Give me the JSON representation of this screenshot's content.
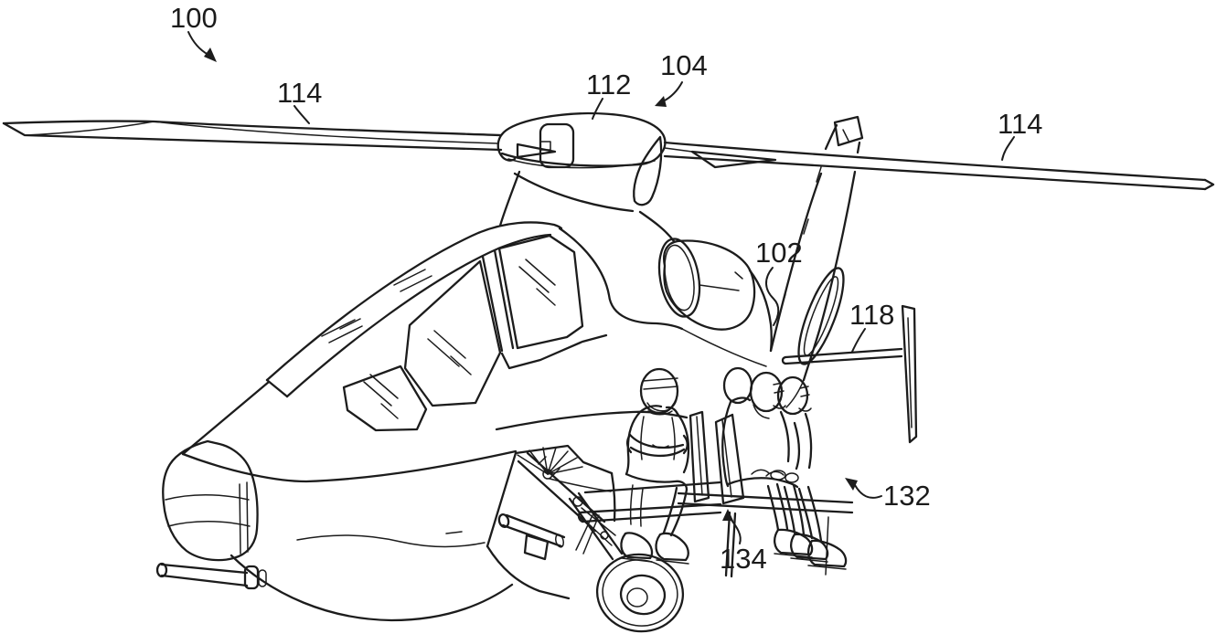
{
  "drawing": {
    "background": "#ffffff",
    "line_color": "#1c1c1c"
  },
  "labels": {
    "n100": "100",
    "n114_left": "114",
    "n112": "112",
    "n104": "104",
    "n114_right": "114",
    "n102": "102",
    "n118": "118",
    "n132": "132",
    "n134": "134"
  }
}
